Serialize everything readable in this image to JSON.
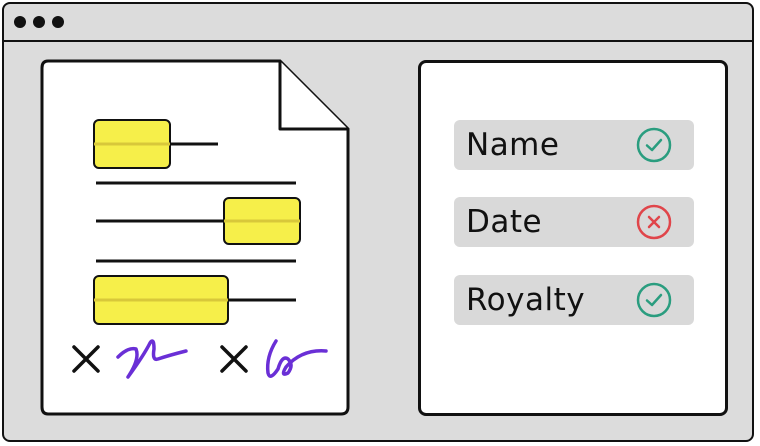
{
  "window": {
    "title_dots": [
      "dot",
      "dot",
      "dot"
    ]
  },
  "document": {
    "highlighted_fields": 3,
    "signatures": [
      {
        "mark": "×",
        "ink_color": "#6a2fd6"
      },
      {
        "mark": "×",
        "ink_color": "#6a2fd6"
      }
    ]
  },
  "fields": [
    {
      "label": "Name",
      "status": "valid",
      "icon": "check-circle-icon",
      "color": "#2a9d7f"
    },
    {
      "label": "Date",
      "status": "invalid",
      "icon": "x-circle-icon",
      "color": "#e0454a"
    },
    {
      "label": "Royalty",
      "status": "valid",
      "icon": "check-circle-icon",
      "color": "#2a9d7f"
    }
  ],
  "colors": {
    "highlight": "#f6ef4a",
    "window_bg": "#dcdcdc",
    "row_bg": "#d9d9d9"
  }
}
